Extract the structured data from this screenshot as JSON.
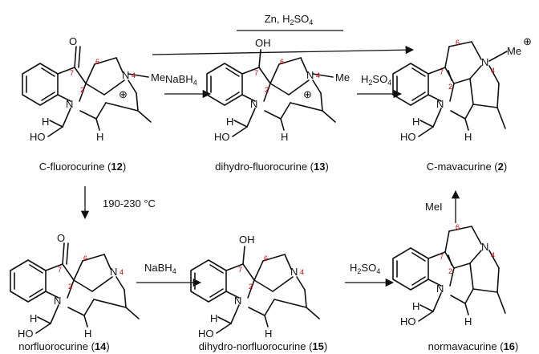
{
  "compounds": {
    "c12": {
      "name": "C-fluorocurine",
      "number": "12"
    },
    "c13": {
      "name": "dihydro-fluorocurine",
      "number": "13"
    },
    "c2": {
      "name": "C-mavacurine",
      "number": "2"
    },
    "c14": {
      "name": "norfluorocurine",
      "number": "14"
    },
    "c15": {
      "name": "dihydro-norfluorocurine",
      "number": "15"
    },
    "c16": {
      "name": "normavacurine",
      "number": "16"
    }
  },
  "conditions": {
    "zn_reagent": "Zn, H",
    "zn_sub": "2",
    "zn_tail": "SO",
    "zn_sub2": "4",
    "nabh": "NaBH",
    "nabh_sub": "4",
    "h2": "H",
    "h2_sub": "2",
    "so": "SO",
    "so_sub": "4",
    "thermal": "190-230 °C",
    "mei": "MeI"
  },
  "atoms": {
    "O": "O",
    "N": "N",
    "H": "H",
    "Me": "Me",
    "OH": "OH",
    "HO": "HO",
    "plus": "⊕"
  },
  "locants": {
    "n2": "2",
    "n4": "4",
    "n6": "6",
    "n7": "7"
  }
}
